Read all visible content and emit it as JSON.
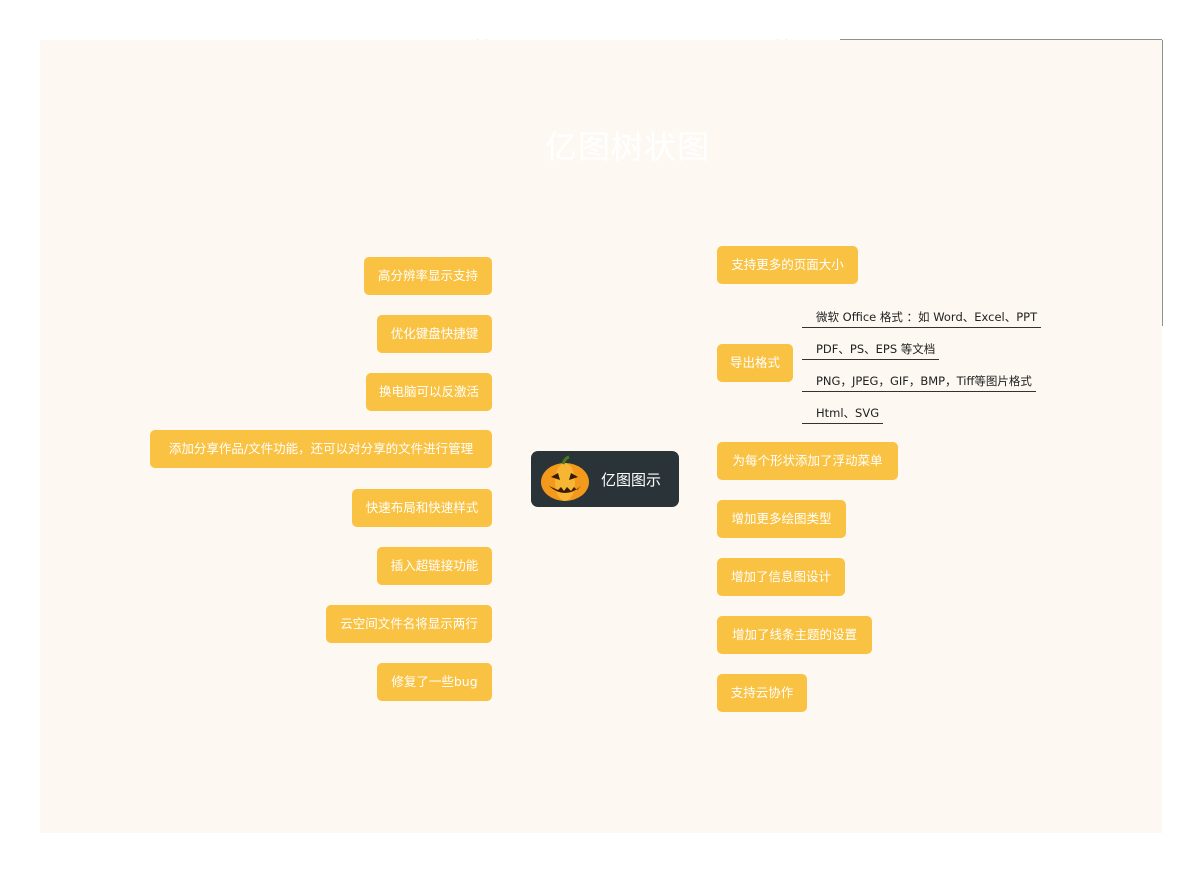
{
  "banner": {
    "title": "亿图树状图"
  },
  "center": {
    "label": "亿图图示",
    "icon": "pumpkin-icon"
  },
  "left_items": [
    {
      "label": "高分辨率显示支持"
    },
    {
      "label": "优化键盘快捷键"
    },
    {
      "label": "换电脑可以反激活"
    },
    {
      "label": "添加分享作品/文件功能，还可以对分享的文件进行管理"
    },
    {
      "label": "快速布局和快速样式"
    },
    {
      "label": "插入超链接功能"
    },
    {
      "label": "云空间文件名将显示两行"
    },
    {
      "label": "修复了一些bug"
    }
  ],
  "right_items": [
    {
      "label": "支持更多的页面大小"
    },
    {
      "label": "导出格式"
    },
    {
      "label": "为每个形状添加了浮动菜单"
    },
    {
      "label": "增加更多绘图类型"
    },
    {
      "label": "增加了信息图设计"
    },
    {
      "label": "增加了线条主题的设置"
    },
    {
      "label": "支持云协作"
    }
  ],
  "export_sub": [
    {
      "label": "微软 Office 格式 ：如 Word、Excel、PPT"
    },
    {
      "label": "PDF、PS、EPS 等文档"
    },
    {
      "label": "PNG，JPEG，GIF，BMP，Tiff等图片格式"
    },
    {
      "label": "Html、SVG"
    }
  ],
  "colors": {
    "node": "#f9c242",
    "center": "#2a3338",
    "background": "#fdf8f1",
    "line": "#333333"
  }
}
